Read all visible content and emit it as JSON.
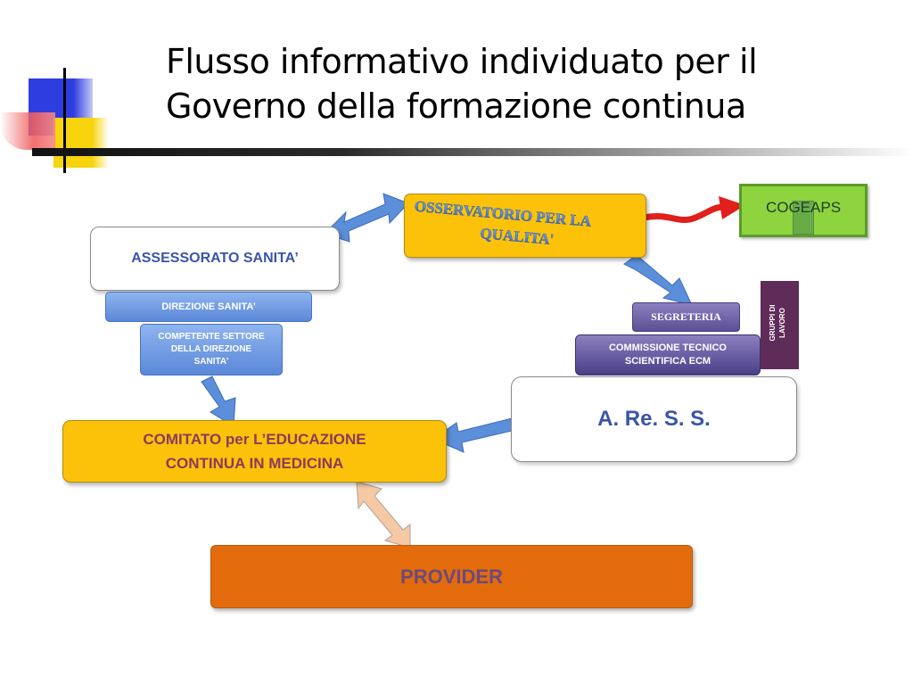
{
  "slide": {
    "title_lines": [
      "Flusso informativo individuato per il",
      "Governo della formazione continua"
    ]
  },
  "diagram": {
    "assessorato": "ASSESSORATO SANITA’",
    "direzione": "DIREZIONE SANITA’",
    "competente_lines": [
      "COMPETENTE SETTORE",
      "DELLA DIREZIONE",
      "SANITA’"
    ],
    "osservatorio_lines": [
      "OSSERVATORIO PER LA",
      "QUALITA'"
    ],
    "cogeaps": "COGEAPS",
    "segreteria": "SEGRETERIA",
    "gruppi_lines": [
      "GRUPPI DI",
      "LAVORO"
    ],
    "commissione_lines": [
      "COMMISSIONE TECNICO",
      "SCIENTIFICA ECM"
    ],
    "aress": "A. Re. S. S.",
    "comitato_lines": [
      "COMITATO per L’EDUCAZIONE",
      "CONTINUA IN MEDICINA"
    ],
    "provider": "PROVIDER"
  },
  "colors": {
    "yellow_box": "#fcc20a",
    "orange_box": "#e36b0c",
    "green_box": "#8ed43e",
    "blue_box": "#5a88d8",
    "purple_box": "#5c4f96",
    "arrow_blue": "#5b8fd9",
    "arrow_red": "#e0201a",
    "arrow_peach": "#f4c9a4"
  }
}
